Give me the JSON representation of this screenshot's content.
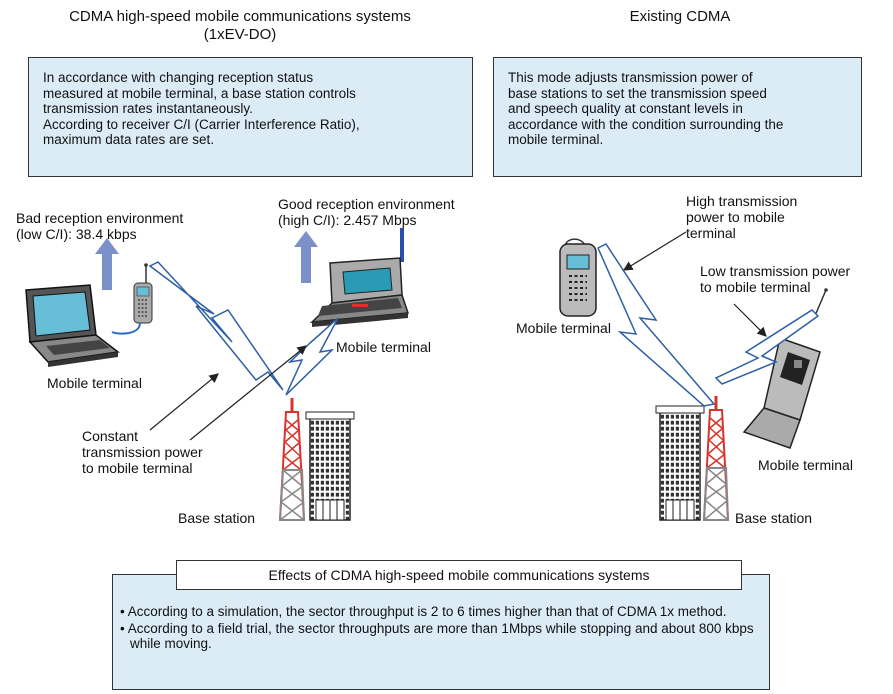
{
  "left_header": {
    "title_line1": "CDMA high-speed mobile communications systems",
    "title_line2": "(1xEV-DO)",
    "description": [
      "In accordance with changing reception status",
      "measured at mobile terminal, a base station controls",
      "transmission rates instantaneously.",
      "According to receiver C/I (Carrier Interference Ratio),",
      "maximum data rates are set."
    ]
  },
  "right_header": {
    "title": "Existing CDMA",
    "description": [
      "This mode adjusts transmission power of",
      "base stations to set the transmission speed",
      "and speech quality at constant levels in",
      "accordance with the condition surrounding the",
      "mobile terminal."
    ]
  },
  "left_diagram": {
    "bad_reception": [
      "Bad reception environment",
      "(low C/I): 38.4 kbps"
    ],
    "good_reception": [
      "Good reception environment",
      "(high C/I): 2.457 Mbps"
    ],
    "mobile_terminal_left": "Mobile terminal",
    "mobile_terminal_right": "Mobile terminal",
    "constant_power": [
      "Constant",
      "transmission power",
      "to mobile terminal"
    ],
    "base_station": "Base station"
  },
  "right_diagram": {
    "high_power": [
      "High transmission",
      "power to mobile",
      "terminal"
    ],
    "low_power": [
      "Low transmission power",
      "to mobile terminal"
    ],
    "mobile_terminal_left": "Mobile terminal",
    "mobile_terminal_right": "Mobile terminal",
    "base_station": "Base station"
  },
  "effects": {
    "title": "Effects of CDMA high-speed mobile communications systems",
    "bullets": [
      "• According to a simulation, the sector throughput is 2 to 6 times higher than that of CDMA 1x method.",
      "• According to a field trial, the sector throughputs are more than 1Mbps while stopping and about 800 kbps while moving."
    ]
  },
  "colors": {
    "box_fill": "#dcecf7",
    "arrow_blue": "#7b8fc9",
    "tower_red": "#d9342b",
    "bolt_fill": "#ffffff"
  }
}
